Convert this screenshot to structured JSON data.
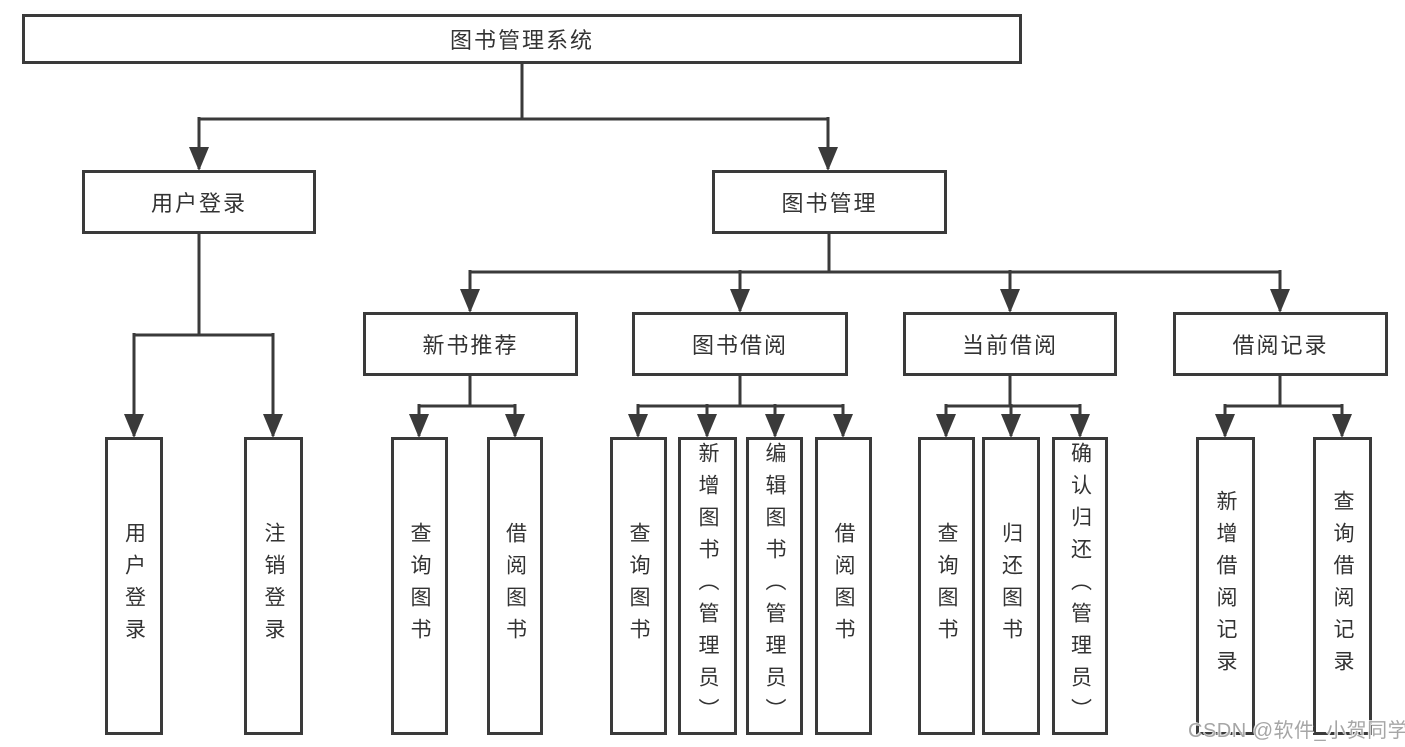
{
  "diagram": {
    "title": "图书管理系统",
    "root": {
      "label": "图书管理系统"
    },
    "level2": [
      {
        "id": "user-login",
        "label": "用户登录"
      },
      {
        "id": "book-management",
        "label": "图书管理"
      }
    ],
    "level3": [
      {
        "id": "new-book-recommend",
        "label": "新书推荐"
      },
      {
        "id": "book-borrowing",
        "label": "图书借阅"
      },
      {
        "id": "current-borrowing",
        "label": "当前借阅"
      },
      {
        "id": "borrowing-records",
        "label": "借阅记录"
      }
    ],
    "leaves": [
      {
        "parent": "user-login",
        "label": "用户登录"
      },
      {
        "parent": "user-login",
        "label": "注销登录"
      },
      {
        "parent": "new-book-recommend",
        "label": "查询图书"
      },
      {
        "parent": "new-book-recommend",
        "label": "借阅图书"
      },
      {
        "parent": "book-borrowing",
        "label": "查询图书"
      },
      {
        "parent": "book-borrowing",
        "label": "新增图书（管理员）"
      },
      {
        "parent": "book-borrowing",
        "label": "编辑图书（管理员）"
      },
      {
        "parent": "book-borrowing",
        "label": "借阅图书"
      },
      {
        "parent": "current-borrowing",
        "label": "查询图书"
      },
      {
        "parent": "current-borrowing",
        "label": "归还图书"
      },
      {
        "parent": "current-borrowing",
        "label": "确认归还（管理员）"
      },
      {
        "parent": "borrowing-records",
        "label": "新增借阅记录"
      },
      {
        "parent": "borrowing-records",
        "label": "查询借阅记录"
      }
    ]
  },
  "watermark": {
    "text": "CSDN @软件_小贺同学"
  },
  "colors": {
    "line": "#3a3a3a",
    "box_border": "#3a3a3a",
    "text": "#333333",
    "watermark": "#a6a6a6",
    "background": "#ffffff"
  }
}
